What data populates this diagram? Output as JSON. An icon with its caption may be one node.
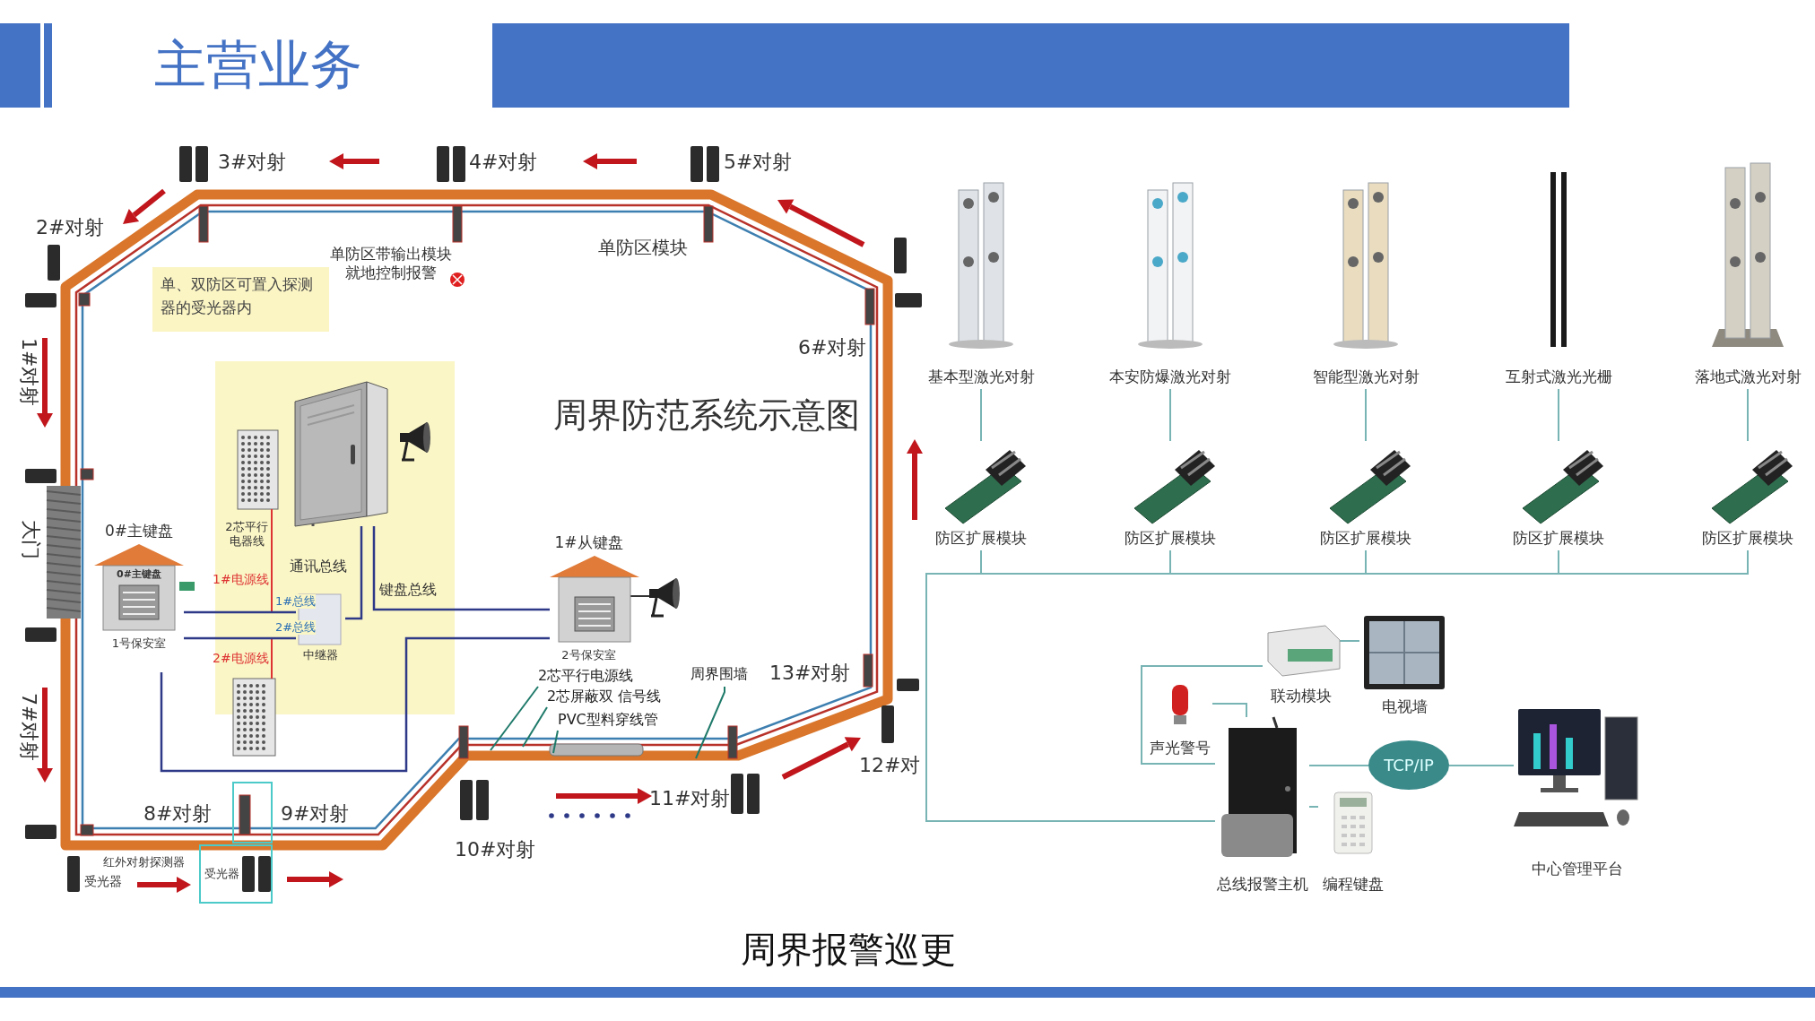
{
  "diagram": {
    "title": "主营业务",
    "caption": "周界报警巡更",
    "nodes": [
      {
        "text": [
          "单、双防区可置入探测器的受光器内"
        ]
      },
      {
        "text": [],
        "shape": "picture"
      },
      {
        "text": [
          "0#主键盘",
          "0#主键盘",
          "1号保安室"
        ]
      },
      {
        "text": [
          "中继器"
        ]
      },
      {
        "text": [
          "1#从键盘",
          "2号保安室"
        ]
      },
      {
        "text": [
          "2芯平行电源线"
        ]
      },
      {
        "text": [
          "2芯屏蔽双 信号线"
        ]
      },
      {
        "text": [
          "PVC型料穿线管"
        ]
      },
      {
        "text": [
          "周界围墙"
        ]
      },
      {
        "text": [
          "基本型激光对射"
        ]
      },
      {
        "text": [
          "本安防爆激光对射"
        ]
      },
      {
        "text": [
          "智能型激光对射"
        ]
      },
      {
        "text": [
          "互射式激光光栅"
        ]
      },
      {
        "text": [
          "落地式激光对射"
        ]
      },
      {
        "text": [
          "防区扩展模块"
        ]
      },
      {
        "text": [
          "防区扩展模块"
        ]
      },
      {
        "text": [
          "防区扩展模块"
        ]
      },
      {
        "text": [
          "防区扩展模块"
        ]
      },
      {
        "text": [
          "防区扩展模块"
        ]
      },
      {
        "text": [
          "联动模块"
        ]
      },
      {
        "text": [
          "电视墙"
        ]
      },
      {
        "text": [
          "声光警号"
        ]
      },
      {
        "text": [
          "TCP/IP"
        ]
      },
      {
        "text": [
          "总线报警主机"
        ]
      },
      {
        "text": [
          "编程键盘"
        ]
      },
      {
        "text": [
          "中心管理平台"
        ]
      }
    ],
    "edges": [
      {
        "from": 2,
        "to": 3,
        "arrow": "none",
        "label": "1#总线",
        "color": "#2e3a87"
      },
      {
        "from": 2,
        "to": 3,
        "arrow": "none",
        "label": "2#总线",
        "color": "#2e3a87"
      },
      {
        "from": 3,
        "to": 1,
        "arrow": "none",
        "label": "通讯总线",
        "color": "#2e3a87"
      },
      {
        "from": 1,
        "to": 4,
        "arrow": "none",
        "label": "键盘总线",
        "color": "#2e3a87"
      },
      {
        "from": 2,
        "to": 4,
        "arrow": "none",
        "color": "#2e3a87"
      },
      {
        "from": 5,
        "to": null,
        "arrow": "none",
        "color": "#1f7a6a"
      },
      {
        "from": 6,
        "to": null,
        "arrow": "none",
        "color": "#1f7a6a"
      },
      {
        "from": 7,
        "to": null,
        "arrow": "none",
        "color": "#1f7a6a"
      },
      {
        "from": 8,
        "to": null,
        "arrow": "none",
        "color": "#1f7a6a"
      },
      {
        "from": 9,
        "to": 14,
        "arrow": "none"
      },
      {
        "from": 10,
        "to": 15,
        "arrow": "none"
      },
      {
        "from": 11,
        "to": 16,
        "arrow": "none"
      },
      {
        "from": 12,
        "to": 17,
        "arrow": "none"
      },
      {
        "from": 13,
        "to": 18,
        "arrow": "none"
      },
      {
        "from": 14,
        "to": 23,
        "arrow": "none"
      },
      {
        "from": 15,
        "to": 23,
        "arrow": "none"
      },
      {
        "from": 16,
        "to": 23,
        "arrow": "none"
      },
      {
        "from": 17,
        "to": 23,
        "arrow": "none"
      },
      {
        "from": 18,
        "to": 23,
        "arrow": "none"
      },
      {
        "from": 19,
        "to": 20,
        "arrow": "none"
      },
      {
        "from": 21,
        "to": 23,
        "arrow": "none"
      },
      {
        "from": 19,
        "to": 23,
        "arrow": "none"
      },
      {
        "from": 23,
        "to": 22,
        "arrow": "none"
      },
      {
        "from": 22,
        "to": 25,
        "arrow": "none"
      },
      {
        "from": 23,
        "to": 24,
        "arrow": "none"
      }
    ],
    "labels": [
      "3#对射",
      "4#对射",
      "5#对射",
      "2#对射",
      "单防区带输出模块就地控制报警",
      "单防区模块",
      "6#对射",
      "1#对射",
      "周界防范系统示意图",
      "大门",
      "2芯平行电器线",
      "1#电源线",
      "2#电源线",
      "7#对射",
      "13#对射",
      "12#对",
      "8#对射",
      "9#对射",
      "11#对射",
      "10#对射",
      "红外对射探测器",
      "受光器",
      "受光器"
    ]
  }
}
